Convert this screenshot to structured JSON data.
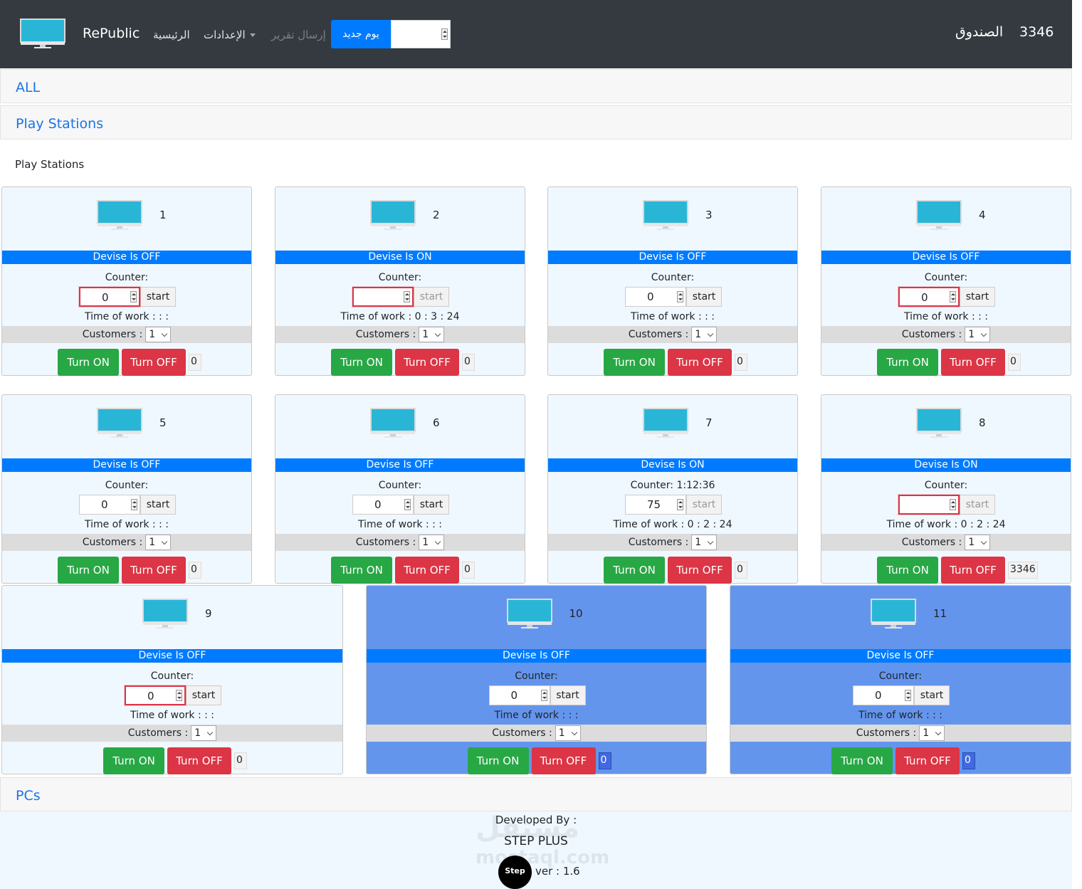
{
  "navbar": {
    "brand": "RePublic",
    "links": {
      "home": "الرئيسية",
      "settings": "الإعدادات",
      "send_report": "إرسال تقرير"
    },
    "new_day_button": "يوم جديد",
    "new_day_input": "",
    "box_label": "الصندوق",
    "box_value": "3346"
  },
  "categories": {
    "all": "ALL",
    "play_stations": "Play Stations",
    "pcs": "PCs"
  },
  "section_title": "Play Stations",
  "devices": [
    {
      "number": "1",
      "status": "Devise Is OFF",
      "counter_label": "Counter:",
      "counter_value": "0",
      "start_label": "start",
      "time_of_work": "Time of work : : :",
      "customers_label": "Customers :",
      "customers_value": "1",
      "turn_on": "Turn ON",
      "turn_off": "Turn OFF",
      "count": "0"
    },
    {
      "number": "2",
      "status": "Devise Is ON",
      "counter_label": "Counter:",
      "counter_value": "",
      "start_label": "start",
      "time_of_work": "Time of work : 0 : 3 : 24",
      "customers_label": "Customers :",
      "customers_value": "1",
      "turn_on": "Turn ON",
      "turn_off": "Turn OFF",
      "count": "0"
    },
    {
      "number": "3",
      "status": "Devise Is OFF",
      "counter_label": "Counter:",
      "counter_value": "0",
      "start_label": "start",
      "time_of_work": "Time of work : : :",
      "customers_label": "Customers :",
      "customers_value": "1",
      "turn_on": "Turn ON",
      "turn_off": "Turn OFF",
      "count": "0"
    },
    {
      "number": "4",
      "status": "Devise Is OFF",
      "counter_label": "Counter:",
      "counter_value": "0",
      "start_label": "start",
      "time_of_work": "Time of work : : :",
      "customers_label": "Customers :",
      "customers_value": "1",
      "turn_on": "Turn ON",
      "turn_off": "Turn OFF",
      "count": "0"
    },
    {
      "number": "5",
      "status": "Devise Is OFF",
      "counter_label": "Counter:",
      "counter_value": "0",
      "start_label": "start",
      "time_of_work": "Time of work : : :",
      "customers_label": "Customers :",
      "customers_value": "1",
      "turn_on": "Turn ON",
      "turn_off": "Turn OFF",
      "count": "0"
    },
    {
      "number": "6",
      "status": "Devise Is OFF",
      "counter_label": "Counter:",
      "counter_value": "0",
      "start_label": "start",
      "time_of_work": "Time of work : : :",
      "customers_label": "Customers :",
      "customers_value": "1",
      "turn_on": "Turn ON",
      "turn_off": "Turn OFF",
      "count": "0"
    },
    {
      "number": "7",
      "status": "Devise Is ON",
      "counter_label": "Counter: 1:12:36",
      "counter_value": "75",
      "start_label": "start",
      "time_of_work": "Time of work : 0 : 2 : 24",
      "customers_label": "Customers :",
      "customers_value": "1",
      "turn_on": "Turn ON",
      "turn_off": "Turn OFF",
      "count": "0"
    },
    {
      "number": "8",
      "status": "Devise Is ON",
      "counter_label": "Counter:",
      "counter_value": "",
      "start_label": "start",
      "time_of_work": "Time of work : 0 : 2 : 24",
      "customers_label": "Customers :",
      "customers_value": "1",
      "turn_on": "Turn ON",
      "turn_off": "Turn OFF",
      "count": "3346"
    },
    {
      "number": "9",
      "status": "Devise Is OFF",
      "counter_label": "Counter:",
      "counter_value": "0",
      "start_label": "start",
      "time_of_work": "Time of work : : :",
      "customers_label": "Customers :",
      "customers_value": "1",
      "turn_on": "Turn ON",
      "turn_off": "Turn OFF",
      "count": "0"
    },
    {
      "number": "10",
      "status": "Devise Is OFF",
      "counter_label": "Counter:",
      "counter_value": "0",
      "start_label": "start",
      "time_of_work": "Time of work : : :",
      "customers_label": "Customers :",
      "customers_value": "1",
      "turn_on": "Turn ON",
      "turn_off": "Turn OFF",
      "count": "0"
    },
    {
      "number": "11",
      "status": "Devise Is OFF",
      "counter_label": "Counter:",
      "counter_value": "0",
      "start_label": "start",
      "time_of_work": "Time of work : : :",
      "customers_label": "Customers :",
      "customers_value": "1",
      "turn_on": "Turn ON",
      "turn_off": "Turn OFF",
      "count": "0"
    }
  ],
  "footer": {
    "developed_by": "Developed By :",
    "company": "STEP PLUS",
    "logo_text": "Step",
    "version": "ver : 1.6",
    "watermark": "مستقل",
    "watermark_url": "mostaql.com"
  },
  "colors": {
    "navbar": "#343a40",
    "primary": "#007bff",
    "success": "#28a745",
    "danger": "#dc3545",
    "card_bg": "#f0f8ff",
    "card_active_bg": "#6495ed",
    "monitor_screen": "#29b6d6"
  },
  "icons": {
    "device": "monitor-icon"
  }
}
